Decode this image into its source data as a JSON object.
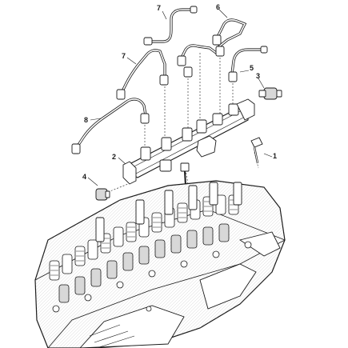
{
  "callouts": [
    {
      "label": "7"
    },
    {
      "label": "6"
    },
    {
      "label": "7"
    },
    {
      "label": "5"
    },
    {
      "label": "3"
    },
    {
      "label": "8"
    },
    {
      "label": "1"
    },
    {
      "label": "2"
    },
    {
      "label": "4"
    }
  ],
  "colors": {
    "line": "#1a1a1a",
    "fill": "#ffffff",
    "shade": "#d8d8d8"
  }
}
